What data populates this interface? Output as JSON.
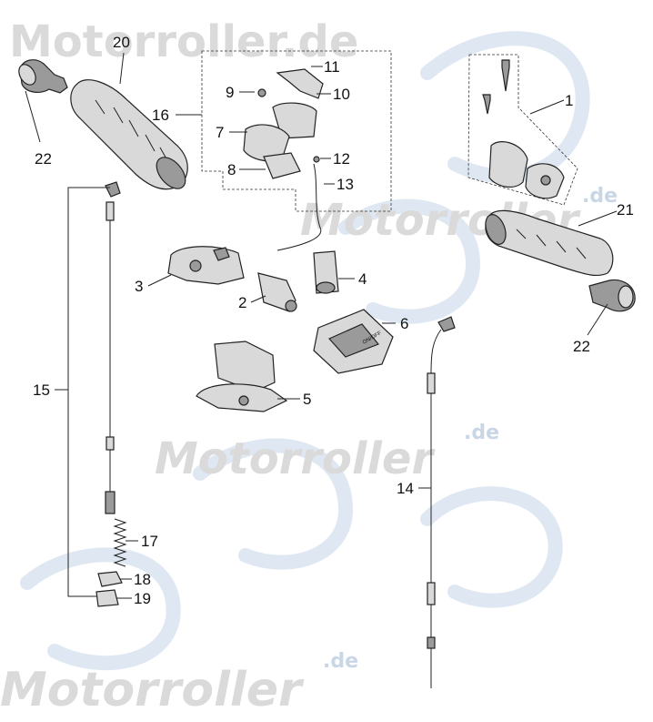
{
  "watermark": {
    "brand": "Motorroller",
    "suffix": ".de",
    "top_full": "Motorroller.de",
    "color": "#dadada",
    "accent": "#c9d6e6"
  },
  "callouts": [
    {
      "id": "1",
      "text": "1"
    },
    {
      "id": "2",
      "text": "2"
    },
    {
      "id": "3",
      "text": "3"
    },
    {
      "id": "4",
      "text": "4"
    },
    {
      "id": "5",
      "text": "5"
    },
    {
      "id": "6",
      "text": "6"
    },
    {
      "id": "7",
      "text": "7"
    },
    {
      "id": "8",
      "text": "8"
    },
    {
      "id": "9",
      "text": "9"
    },
    {
      "id": "10",
      "text": "10"
    },
    {
      "id": "11",
      "text": "11"
    },
    {
      "id": "12",
      "text": "12"
    },
    {
      "id": "13",
      "text": "13"
    },
    {
      "id": "14",
      "text": "14"
    },
    {
      "id": "15",
      "text": "15"
    },
    {
      "id": "16",
      "text": "16"
    },
    {
      "id": "17",
      "text": "17"
    },
    {
      "id": "18",
      "text": "18"
    },
    {
      "id": "19",
      "text": "19"
    },
    {
      "id": "20",
      "text": "20"
    },
    {
      "id": "21",
      "text": "21"
    },
    {
      "id": "22a",
      "text": "22"
    },
    {
      "id": "22b",
      "text": "22"
    }
  ],
  "switch_label": "ON/OFF"
}
